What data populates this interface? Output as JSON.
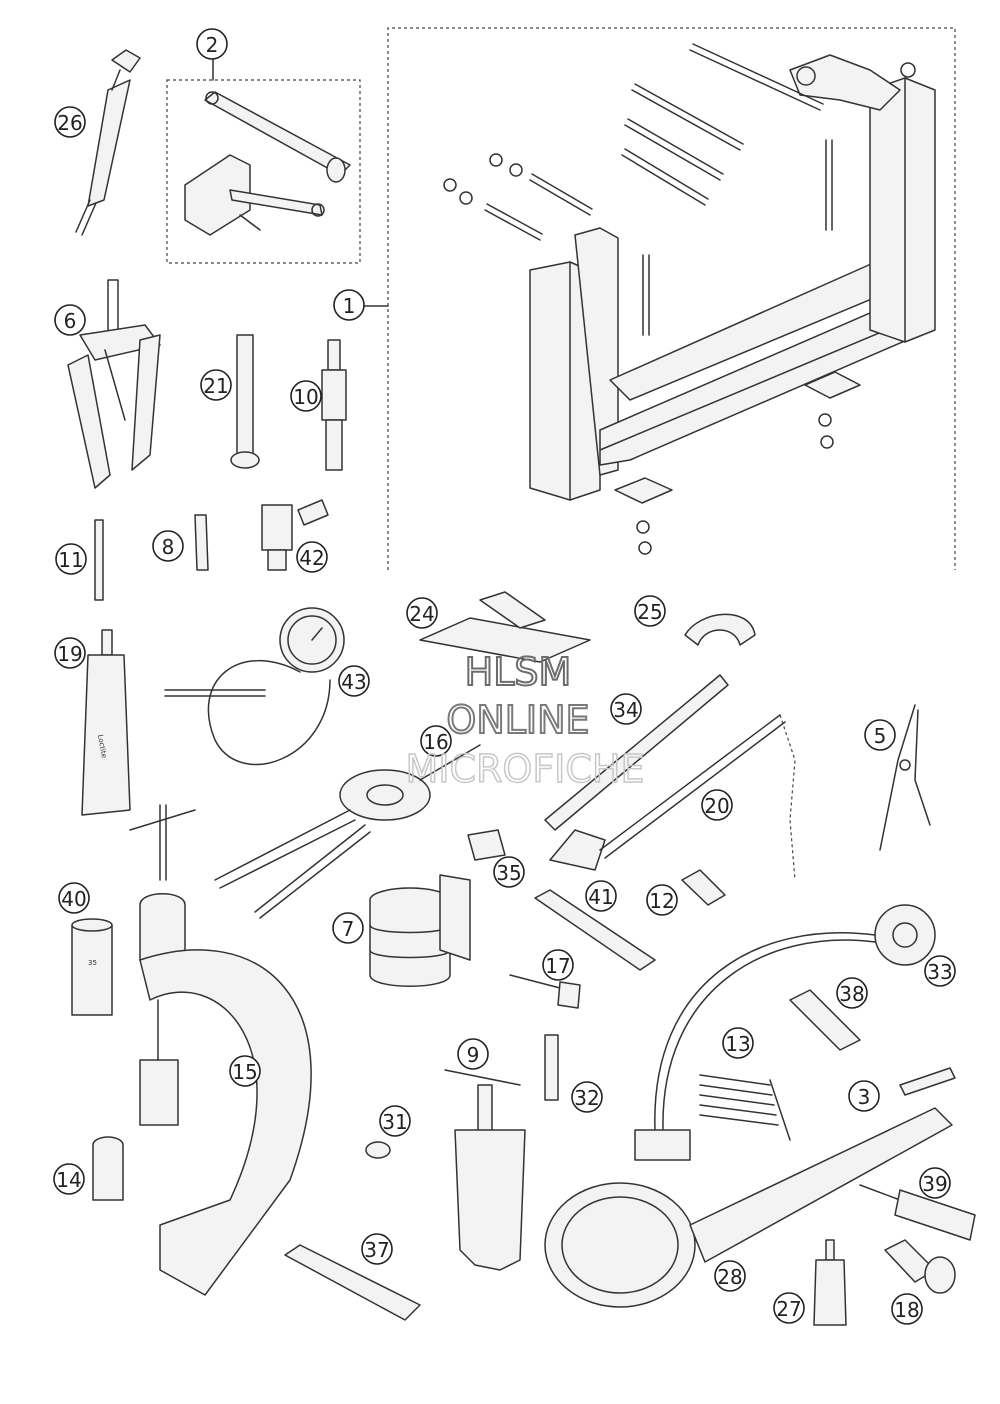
{
  "watermark": {
    "line1": "HLSM",
    "line2": "ONLINE",
    "line3": "MICROFICHE"
  },
  "product_labels": {
    "bottle_19_text": "Loctite",
    "gauge_40_text": "35"
  },
  "callouts": [
    {
      "id": "c1",
      "number": "1"
    },
    {
      "id": "c2",
      "number": "2"
    },
    {
      "id": "c3",
      "number": "3"
    },
    {
      "id": "c5",
      "number": "5"
    },
    {
      "id": "c6",
      "number": "6"
    },
    {
      "id": "c7",
      "number": "7"
    },
    {
      "id": "c8",
      "number": "8"
    },
    {
      "id": "c9",
      "number": "9"
    },
    {
      "id": "c10",
      "number": "10"
    },
    {
      "id": "c11",
      "number": "11"
    },
    {
      "id": "c12",
      "number": "12"
    },
    {
      "id": "c13",
      "number": "13"
    },
    {
      "id": "c14",
      "number": "14"
    },
    {
      "id": "c15",
      "number": "15"
    },
    {
      "id": "c16",
      "number": "16"
    },
    {
      "id": "c17",
      "number": "17"
    },
    {
      "id": "c18",
      "number": "18"
    },
    {
      "id": "c19",
      "number": "19"
    },
    {
      "id": "c20",
      "number": "20"
    },
    {
      "id": "c21",
      "number": "21"
    },
    {
      "id": "c24",
      "number": "24"
    },
    {
      "id": "c25",
      "number": "25"
    },
    {
      "id": "c26",
      "number": "26"
    },
    {
      "id": "c27",
      "number": "27"
    },
    {
      "id": "c28",
      "number": "28"
    },
    {
      "id": "c31",
      "number": "31"
    },
    {
      "id": "c32",
      "number": "32"
    },
    {
      "id": "c33",
      "number": "33"
    },
    {
      "id": "c34",
      "number": "34"
    },
    {
      "id": "c35",
      "number": "35"
    },
    {
      "id": "c37",
      "number": "37"
    },
    {
      "id": "c38",
      "number": "38"
    },
    {
      "id": "c39",
      "number": "39"
    },
    {
      "id": "c40",
      "number": "40"
    },
    {
      "id": "c41",
      "number": "41"
    },
    {
      "id": "c42",
      "number": "42"
    },
    {
      "id": "c43",
      "number": "43"
    }
  ]
}
